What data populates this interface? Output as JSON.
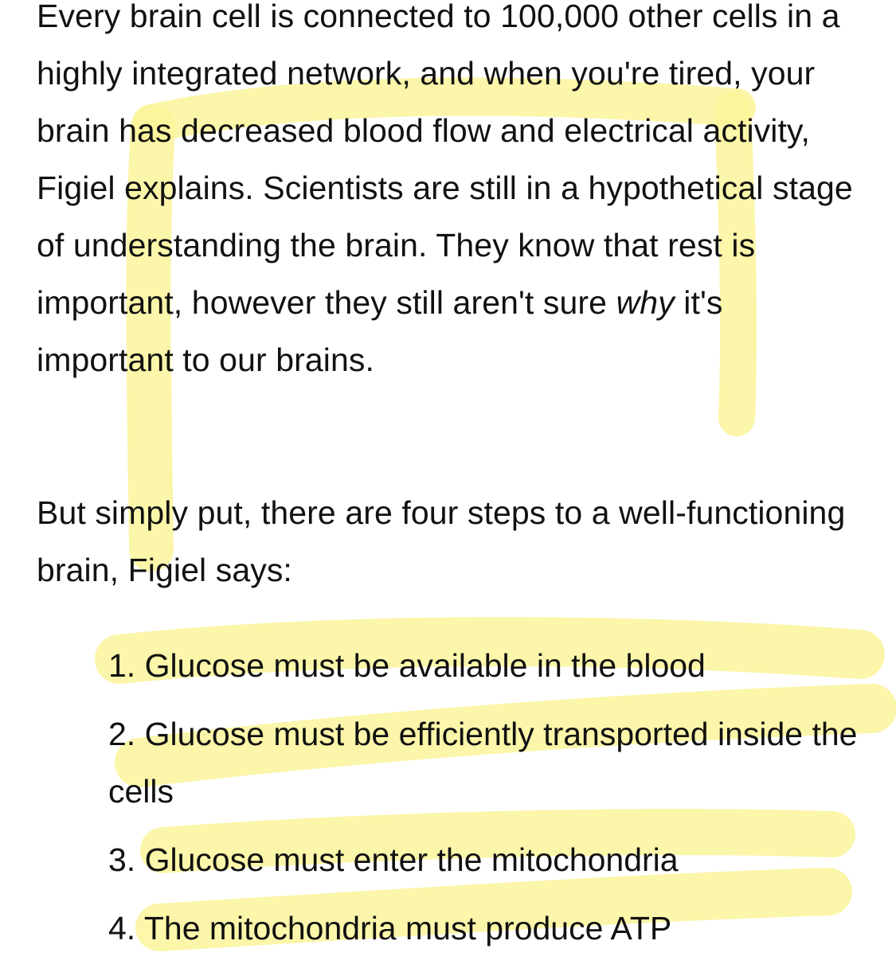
{
  "article": {
    "para1": {
      "before_em": "Every brain cell is connected to 100,000 other cells in a highly integrated network, and when you're tired, your brain has decreased blood flow and electrical activity, Figiel explains. Scientists are still in a hypothetical stage of understanding the brain. They know that rest is important, however they still aren't sure ",
      "em": "why",
      "after_em": " it's important to our brains."
    },
    "para2": "But simply put, there are four steps to a well-functioning brain, Figiel says:",
    "steps": [
      "1. Glucose must be available in the blood",
      "2. Glucose must be efficiently transported inside the cells",
      "3. Glucose must enter the mitochondria",
      "4. The mitochondria must produce ATP"
    ]
  },
  "colors": {
    "text": "#111111",
    "highlighter": "#faf59a"
  }
}
